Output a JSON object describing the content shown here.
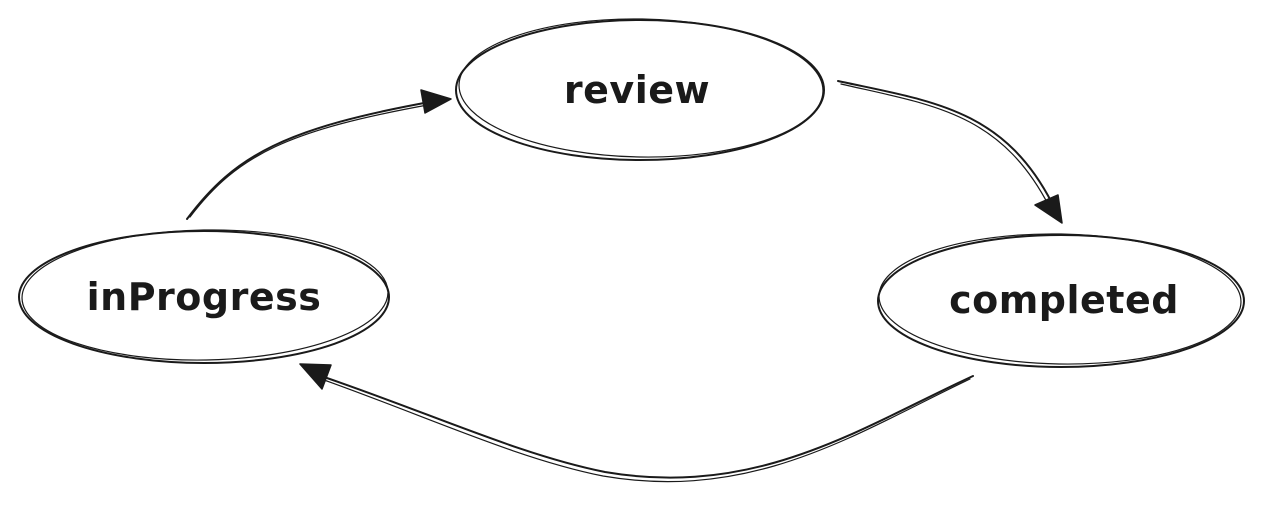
{
  "diagram": {
    "type": "state-cycle",
    "nodes": {
      "review": {
        "label": "review"
      },
      "in_progress": {
        "label": "inProgress"
      },
      "completed": {
        "label": "completed"
      }
    },
    "edges": [
      {
        "from": "inProgress",
        "to": "review"
      },
      {
        "from": "review",
        "to": "completed"
      },
      {
        "from": "completed",
        "to": "inProgress"
      }
    ],
    "colors": {
      "stroke": "#1a1a1a",
      "background": "#ffffff"
    }
  }
}
